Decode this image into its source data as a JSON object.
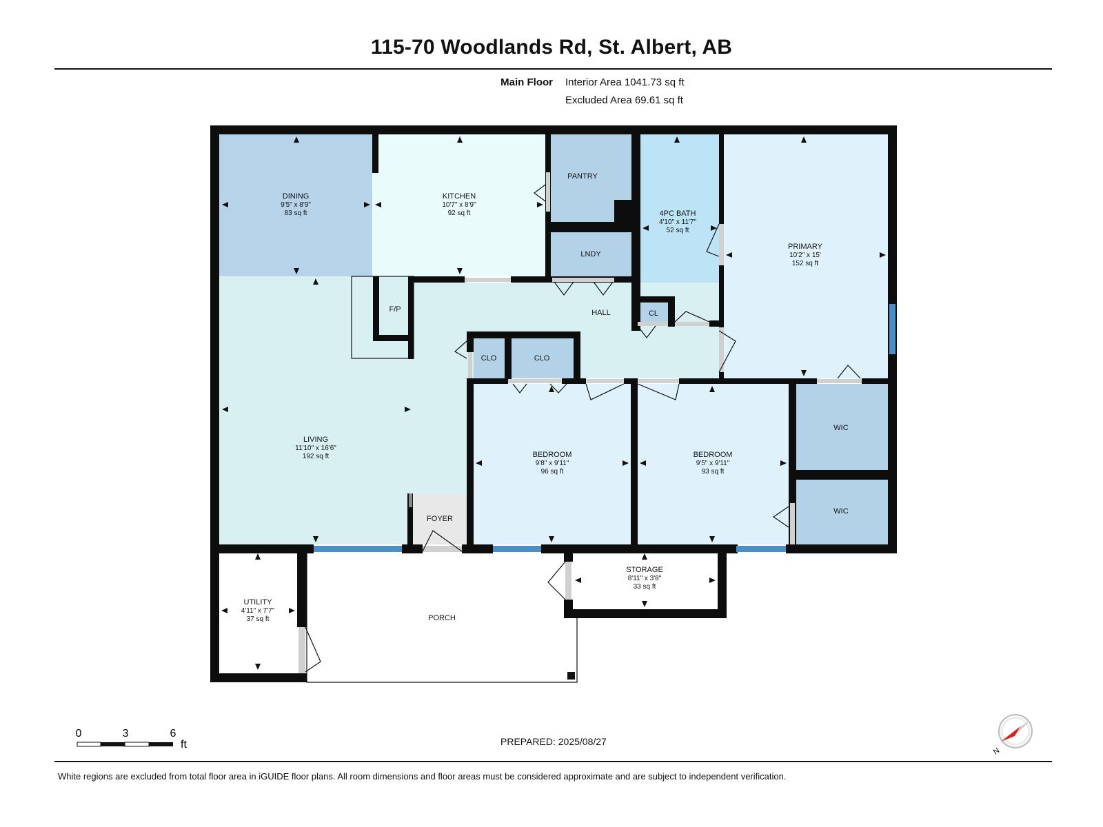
{
  "title": "115-70 Woodlands Rd, St. Albert, AB",
  "floor": {
    "name": "Main Floor",
    "interior_area": "Interior Area 1041.73 sq ft",
    "excluded_area": "Excluded Area 69.61 sq ft"
  },
  "rooms": {
    "dining": {
      "name": "DINING",
      "dims": "9'5\" x 8'9\"",
      "area": "83 sq ft"
    },
    "kitchen": {
      "name": "KITCHEN",
      "dims": "10'7\" x 8'9\"",
      "area": "92 sq ft"
    },
    "pantry": {
      "name": "PANTRY"
    },
    "bath": {
      "name": "4PC BATH",
      "dims": "4'10\" x 11'7\"",
      "area": "52 sq ft"
    },
    "primary": {
      "name": "PRIMARY",
      "dims": "10'2\" x 15'",
      "area": "152 sq ft"
    },
    "laundry": {
      "name": "LNDY"
    },
    "fireplace": {
      "name": "F/P"
    },
    "hall": {
      "name": "HALL"
    },
    "closet_cl": {
      "name": "CL"
    },
    "closet1": {
      "name": "CLO"
    },
    "closet2": {
      "name": "CLO"
    },
    "living": {
      "name": "LIVING",
      "dims": "11'10\" x 16'6\"",
      "area": "192 sq ft"
    },
    "bedroom1": {
      "name": "BEDROOM",
      "dims": "9'8\" x 9'11\"",
      "area": "96 sq ft"
    },
    "bedroom2": {
      "name": "BEDROOM",
      "dims": "9'5\" x 9'11\"",
      "area": "93 sq ft"
    },
    "wic1": {
      "name": "WIC"
    },
    "wic2": {
      "name": "WIC"
    },
    "foyer": {
      "name": "FOYER"
    },
    "utility": {
      "name": "UTILITY",
      "dims": "4'11\" x 7'7\"",
      "area": "37 sq ft"
    },
    "porch": {
      "name": "PORCH"
    },
    "storage": {
      "name": "STORAGE",
      "dims": "8'11\" x 3'8\"",
      "area": "33 sq ft"
    }
  },
  "scale": {
    "labels": [
      "0",
      "3",
      "6"
    ],
    "unit": "ft"
  },
  "prepared": "PREPARED: 2025/08/27",
  "compass_label": "N",
  "disclaimer": "White regions are excluded from total floor area in iGUIDE floor plans. All room dimensions and floor areas must be considered approximate and are subject to independent verification.",
  "colors": {
    "wall": "#0d0d0d",
    "dining": "#b6d3e9",
    "kitchen": "#eafbfb",
    "pantry": "#b3d2e8",
    "bath": "#bde3f7",
    "primary": "#dff1fb",
    "living": "#d8f0f2",
    "hall": "#d8f0f2",
    "bedroom": "#dff1fb",
    "wic": "#b3d2e8",
    "window": "#4a90c8",
    "compass": "#d9201e"
  }
}
